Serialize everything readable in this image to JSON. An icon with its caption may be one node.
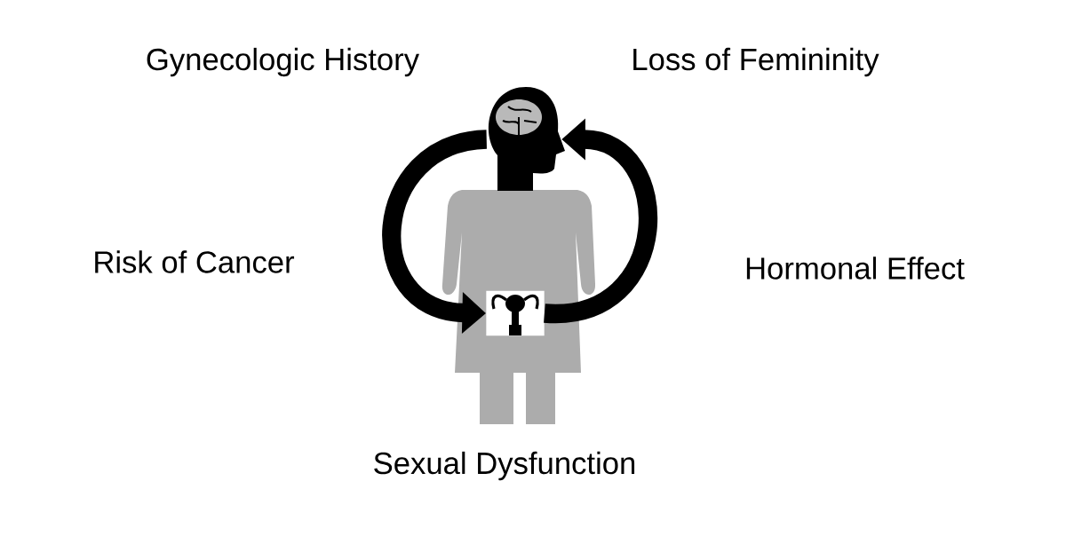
{
  "diagram": {
    "nodes": [
      {
        "text": [],
        "shape": "picture"
      },
      {
        "text": [],
        "shape": "picture"
      }
    ],
    "edges": [
      {
        "from": 0,
        "to": 1,
        "arrow": "to"
      },
      {
        "from": 1,
        "to": 0,
        "arrow": "to"
      }
    ],
    "labels": [
      "Gynecologic History",
      "Loss of Femininity",
      "Risk of Cancer",
      "Hormonal Effect",
      "Sexual Dysfunction"
    ]
  }
}
